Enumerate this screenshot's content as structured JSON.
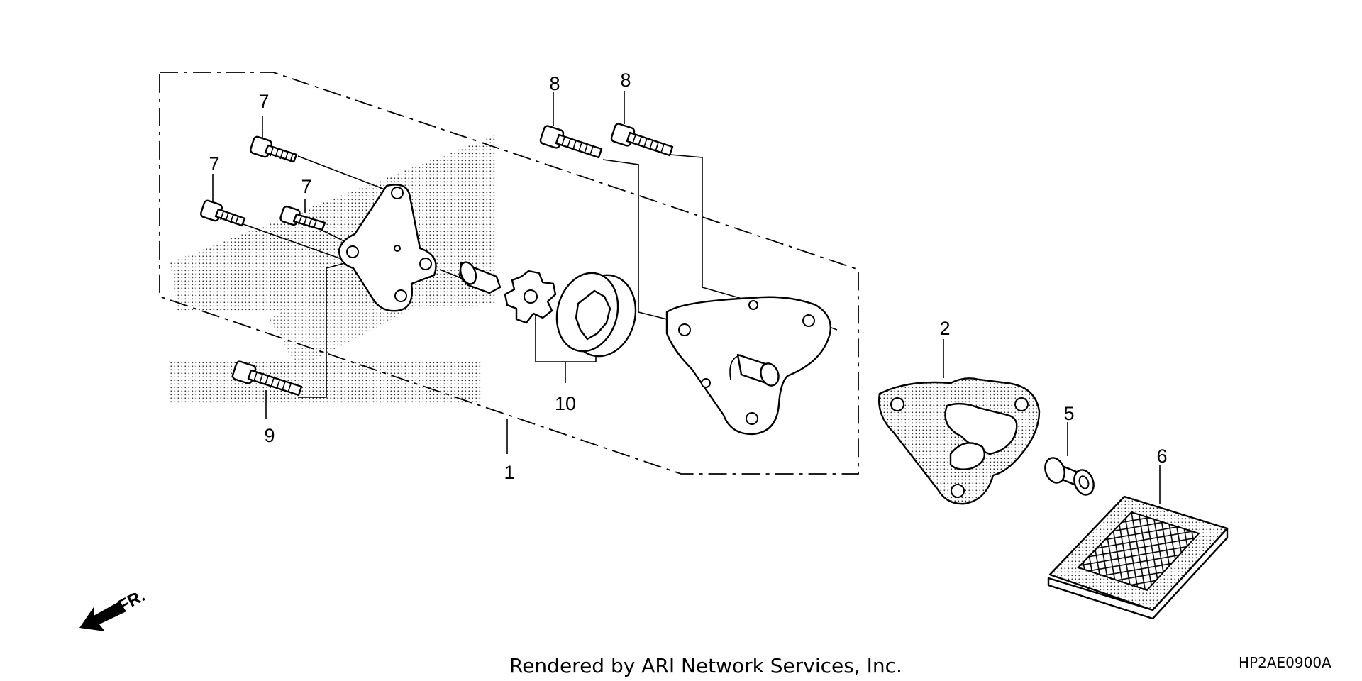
{
  "callouts": {
    "c1": "1",
    "c2": "2",
    "c5": "5",
    "c6": "6",
    "c7a": "7",
    "c7b": "7",
    "c7c": "7",
    "c8a": "8",
    "c8b": "8",
    "c9": "9",
    "c10": "10"
  },
  "direction_label": "FR.",
  "footer": {
    "credit": "Rendered by ARI Network Services, Inc.",
    "code": "HP2AE0900A"
  }
}
